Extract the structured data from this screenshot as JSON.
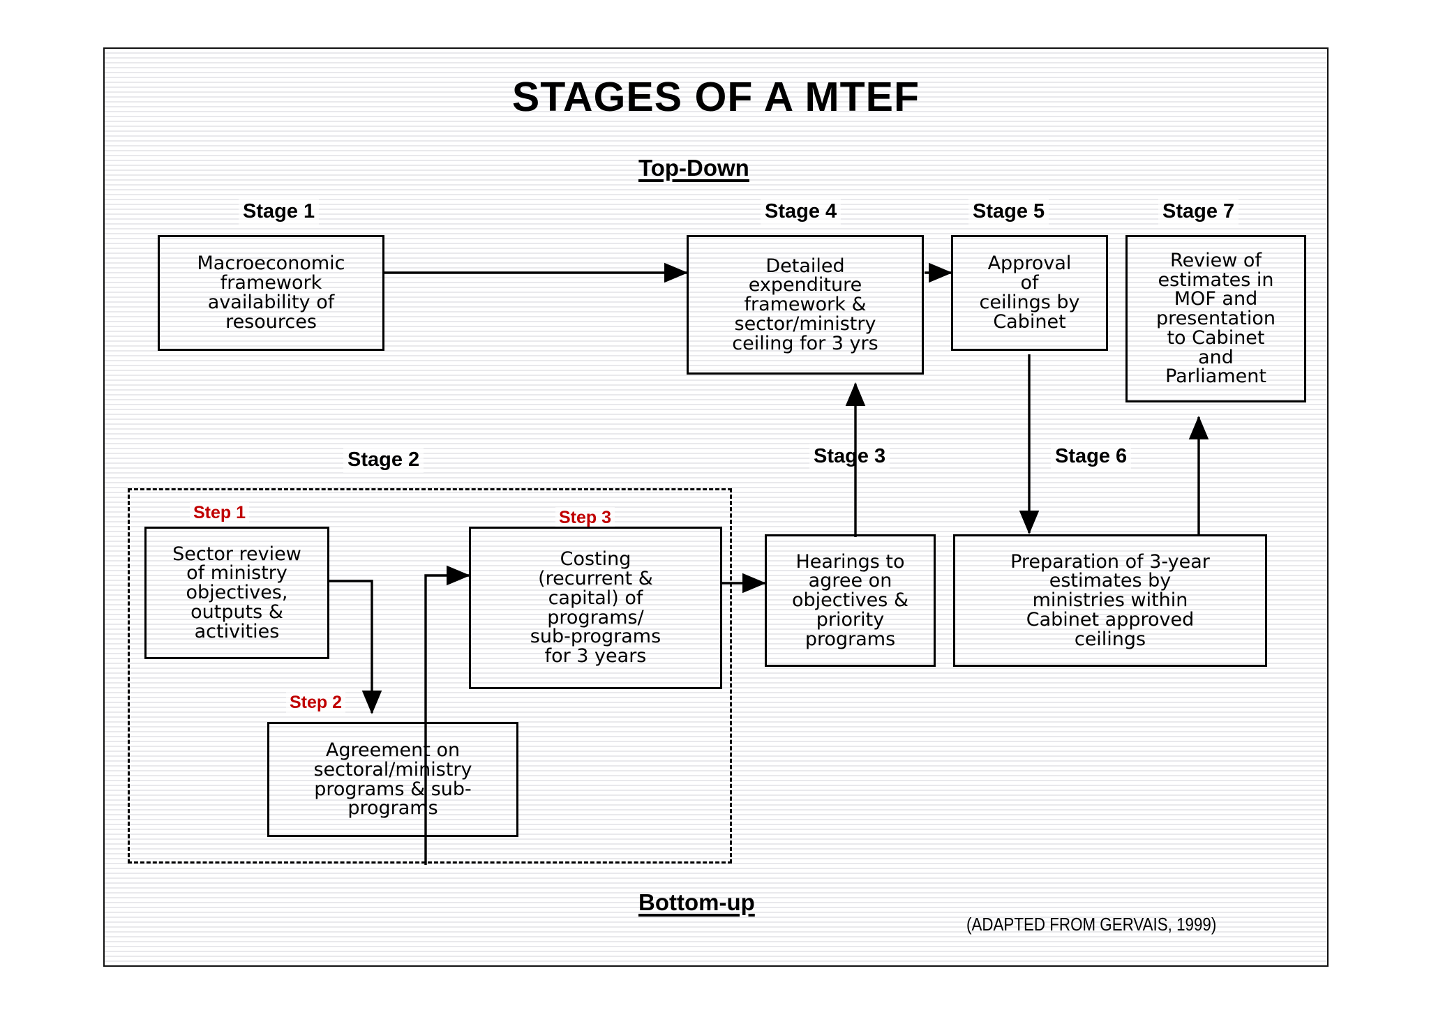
{
  "title": "STAGES OF A MTEF",
  "flow_labels": {
    "top": "Top-Down",
    "bottom": "Bottom-up"
  },
  "credit": "(ADAPTED FROM GERVAIS, 1999)",
  "colors": {
    "step_label": "#C00000",
    "line": "#000000",
    "background": "#FFFFFF"
  },
  "stage_labels": {
    "stage1": "Stage 1",
    "stage2": "Stage 2",
    "stage3": "Stage 3",
    "stage4": "Stage 4",
    "stage5": "Stage 5",
    "stage6": "Stage 6",
    "stage7": "Stage 7"
  },
  "step_labels": {
    "step1": "Step 1",
    "step2": "Step 2",
    "step3": "Step 3"
  },
  "nodes": {
    "macro": "Macroeconomic\nframework\navailability of\nresources",
    "detailed": "Detailed\nexpenditure\nframework &\nsector/ministry\nceiling for 3 yrs",
    "approval": "Approval\nof\nceilings by\nCabinet",
    "review": "Review of\nestimates in\nMOF and\npresentation\nto Cabinet\nand\nParliament",
    "sector_review": "Sector review\nof ministry\nobjectives,\noutputs &\nactivities",
    "costing": "Costing\n(recurrent &\ncapital) of\nprograms/\nsub-programs\nfor 3 years",
    "agreement": "Agreement on\nsectoral/ministry\nprograms & sub-\nprograms",
    "hearings": "Hearings to\nagree on\nobjectives &\npriority\nprograms",
    "preparation": "Preparation of 3-year\nestimates by\nministries within\nCabinet approved\nceilings"
  }
}
